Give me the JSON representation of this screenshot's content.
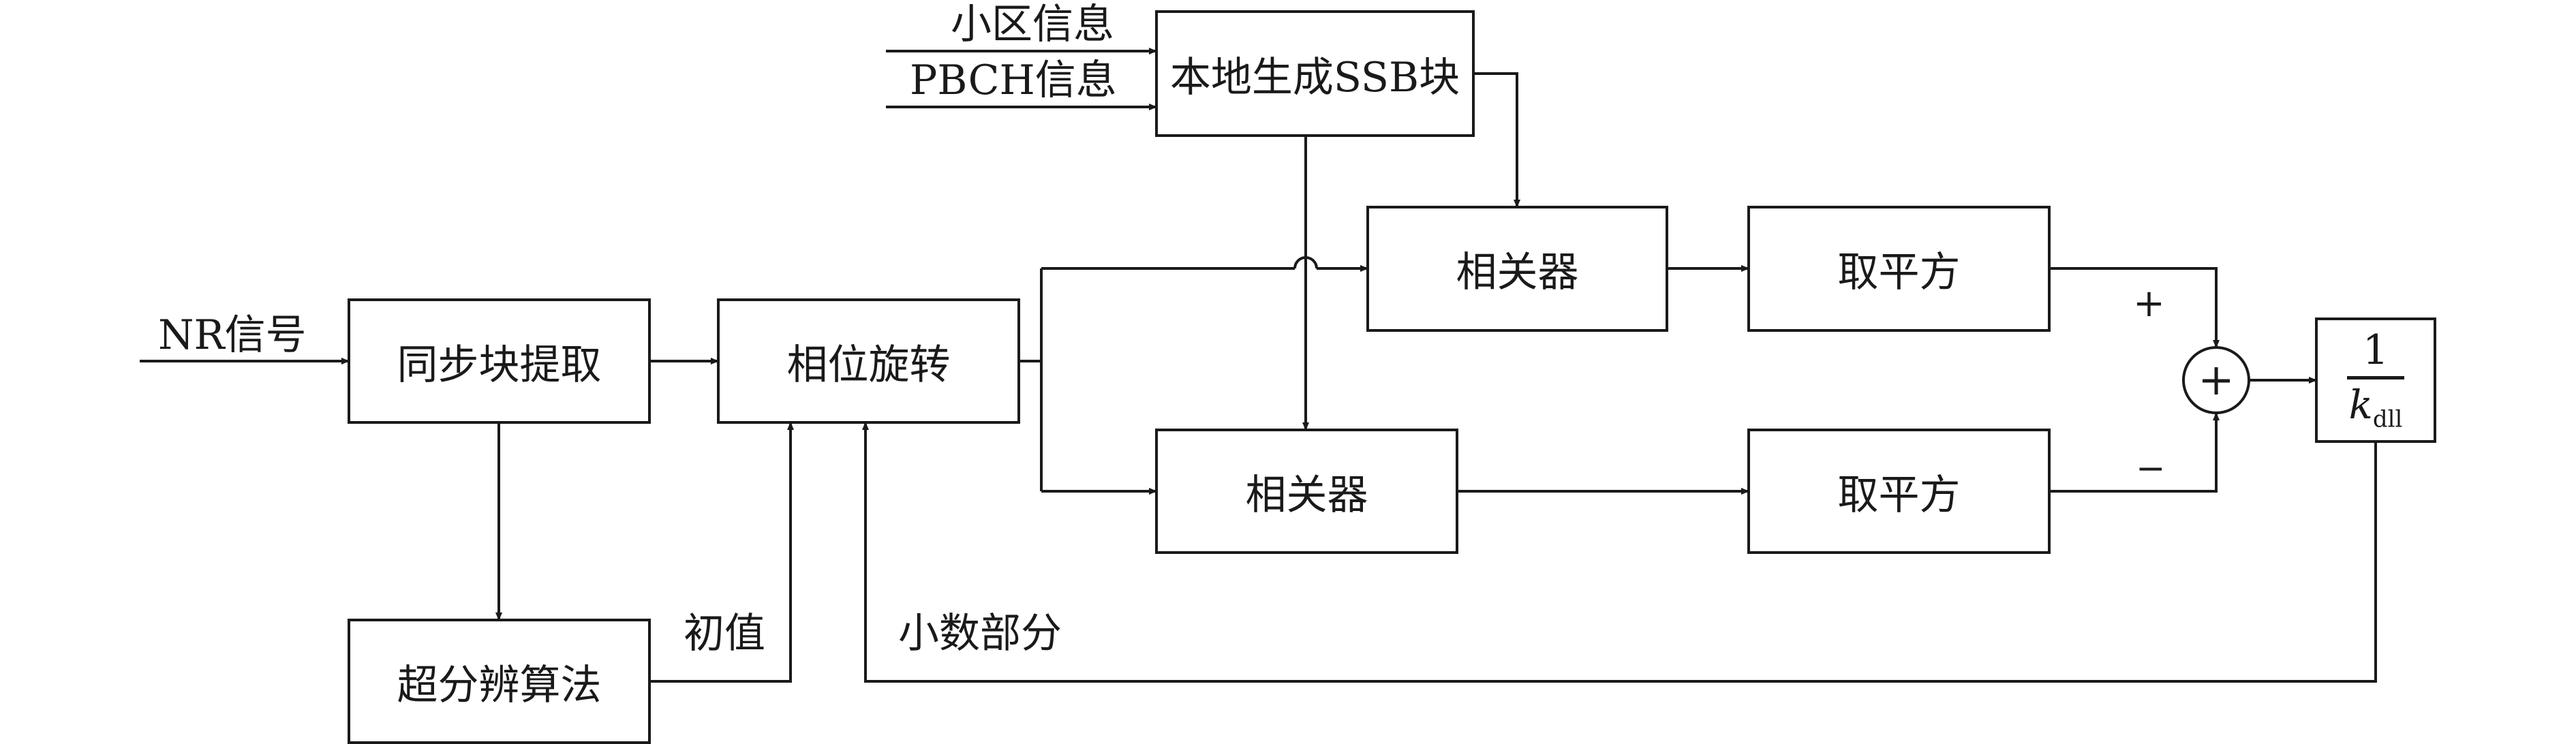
{
  "inputs": {
    "cell_info": "小区信息",
    "pbch_info": "PBCH信息",
    "nr_signal": "NR信号"
  },
  "blocks": {
    "local_ssb": "本地生成SSB块",
    "sync_extract": "同步块提取",
    "phase_rotate": "相位旋转",
    "correlator_top": "相关器",
    "correlator_bottom": "相关器",
    "square_top": "取平方",
    "square_bottom": "取平方",
    "super_res": "超分辨算法"
  },
  "summer": {
    "symbol": "+",
    "plus_sign": "+",
    "minus_sign": "−"
  },
  "gain": {
    "numerator": "1",
    "denominator_var": "k",
    "denominator_sub": "dll"
  },
  "edge_labels": {
    "initial_value": "初值",
    "fraction_part": "小数部分"
  }
}
